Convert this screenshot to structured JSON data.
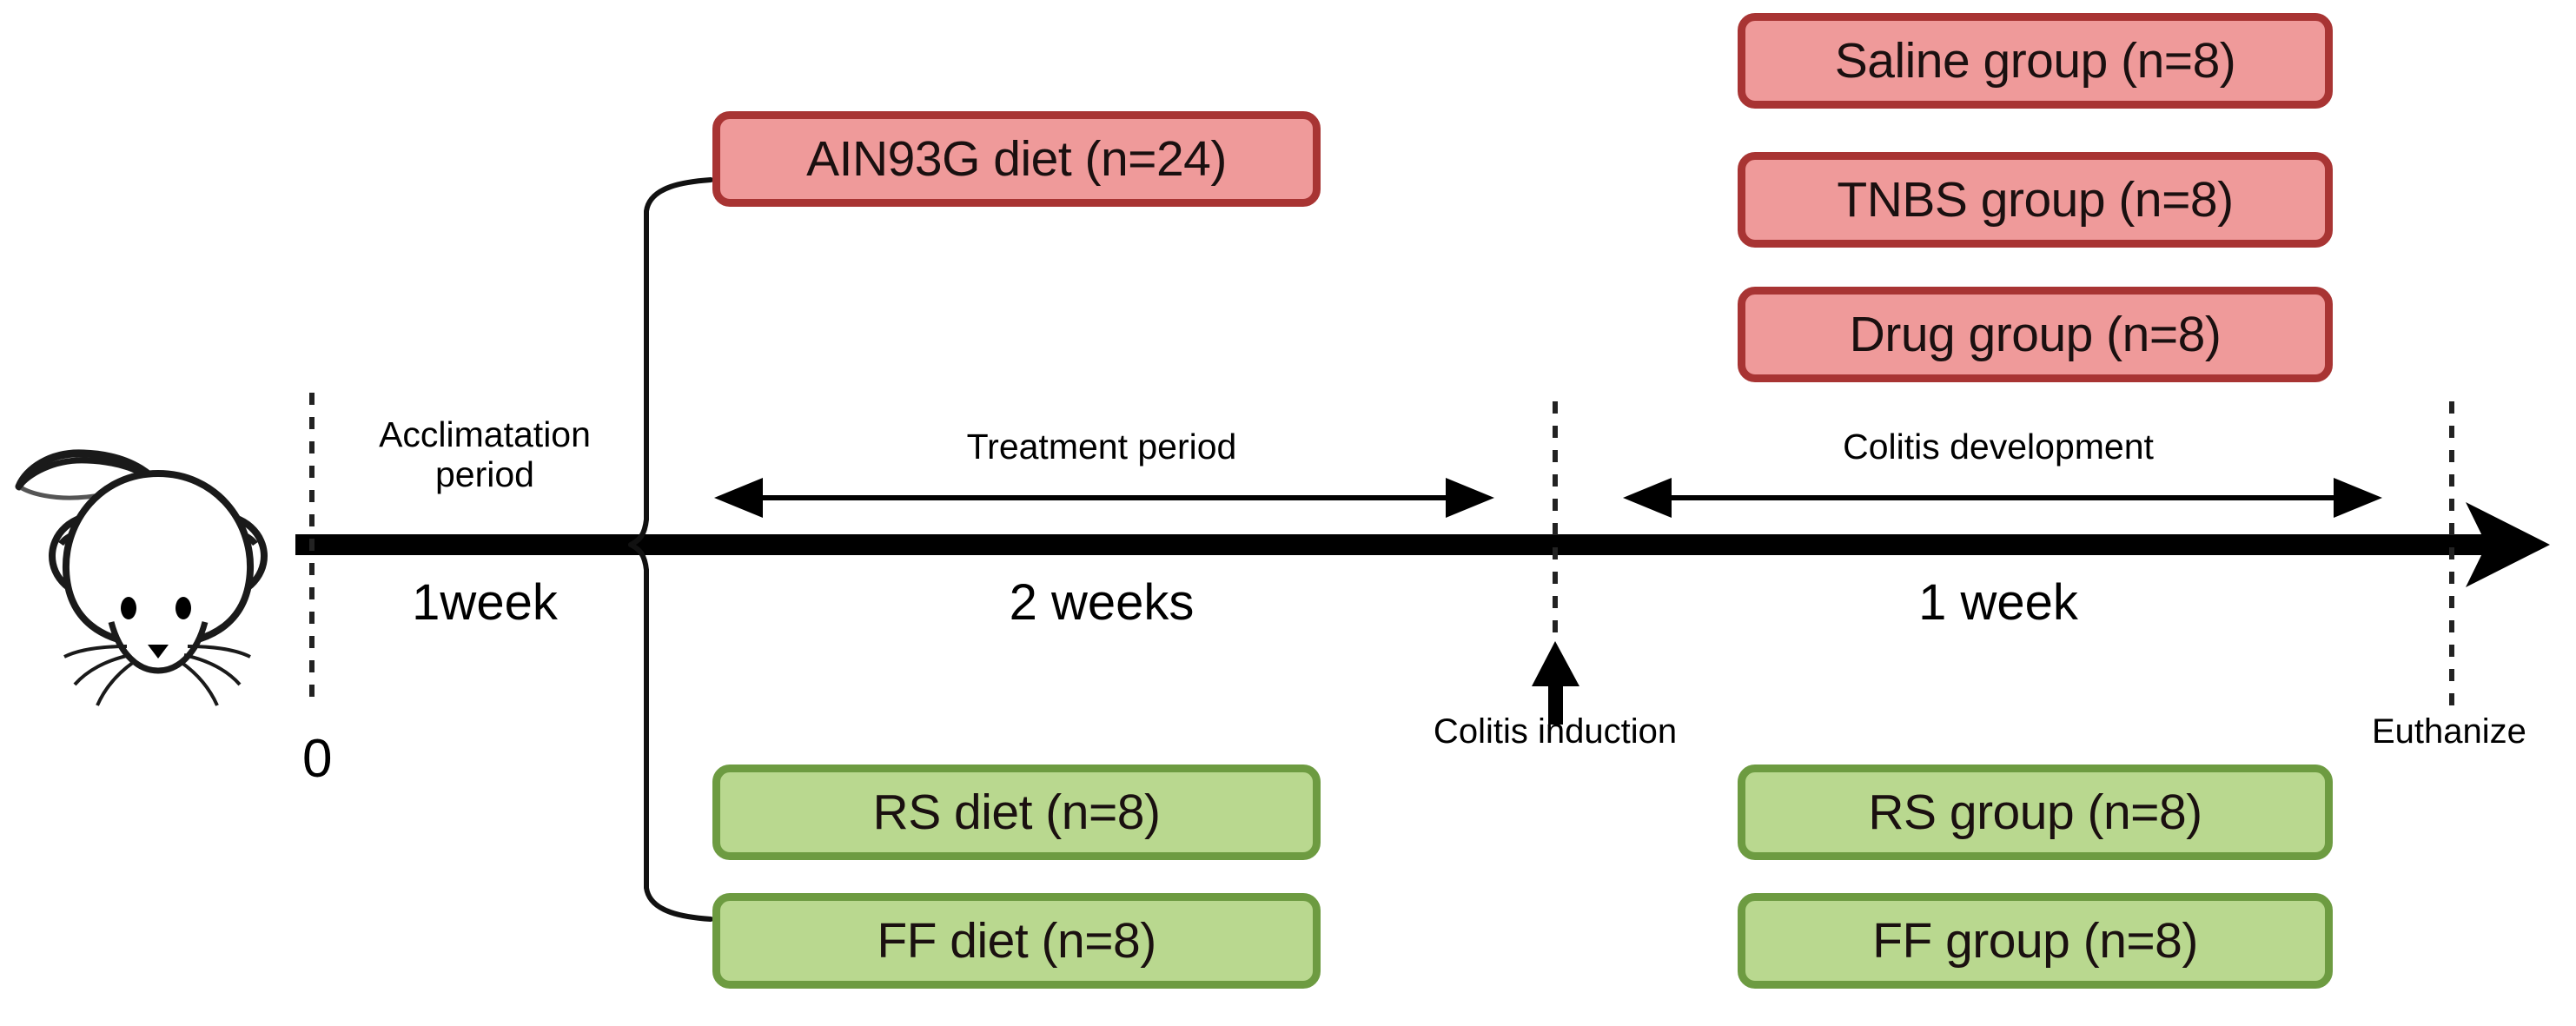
{
  "diagram": {
    "type": "experimental-timeline",
    "subject_icon": "mouse-icon",
    "colors": {
      "red_fill": "#ef9a9a",
      "red_border": "#a83433",
      "green_fill": "#b9d88f",
      "green_border": "#6d9b41",
      "timeline": "#000000",
      "background": "#ffffff"
    },
    "timeline": {
      "start_label": "0",
      "end_label": "Euthanize",
      "segments": [
        {
          "id": "acclimatation",
          "period_label": "Acclimatation\nperiod",
          "period_line1": "Acclimatation",
          "period_line2": "period",
          "duration": "1week"
        },
        {
          "id": "treatment",
          "period_label": "Treatment period",
          "duration": "2 weeks"
        },
        {
          "id": "colitis",
          "period_label": "Colitis development",
          "duration": "1 week"
        }
      ],
      "events": [
        {
          "id": "colitis-induction",
          "label": "Colitis induction"
        },
        {
          "id": "euthanize",
          "label": "Euthanize"
        }
      ]
    },
    "boxes": {
      "diet_top": {
        "label": "AIN93G diet (n=24)",
        "color": "red"
      },
      "diet_bottom": [
        {
          "label": "RS diet (n=8)",
          "color": "green"
        },
        {
          "label": "FF diet (n=8)",
          "color": "green"
        }
      ],
      "groups_top": [
        {
          "label": "Saline group (n=8)",
          "color": "red"
        },
        {
          "label": "TNBS group (n=8)",
          "color": "red"
        },
        {
          "label": "Drug group (n=8)",
          "color": "red"
        }
      ],
      "groups_bottom": [
        {
          "label": "RS group (n=8)",
          "color": "green"
        },
        {
          "label": "FF group (n=8)",
          "color": "green"
        }
      ]
    }
  }
}
